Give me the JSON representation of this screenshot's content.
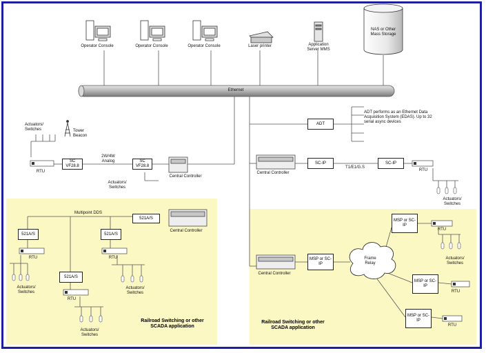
{
  "network": {
    "consoles": [
      "Operator Console",
      "Operator Console",
      "Operator Console"
    ],
    "laser_printer": "Laser printer",
    "app_server": "Application Server MMS",
    "nas": "NAS or Other Mass Storage",
    "ethernet": "Ethernet"
  },
  "top_left": {
    "actuators": "Actuators/ Switches",
    "tower": "Tower Beacon",
    "rtu": "RTU",
    "sc1": "SC VF28.8",
    "link": "2W/4W Analog",
    "sc2": "SC VF28.8",
    "actuators2": "Actuators/ Switches",
    "controller": "Central Controller"
  },
  "top_right": {
    "adt": "ADT",
    "adt_note": "ADT performs as an Ethernet Data Acquisition System (EDAS). Up to 32 serial async devices",
    "controller": "Central Controller",
    "scip1": "SC-IP",
    "link": "T1/E1/G.S",
    "scip2": "SC-IP",
    "rtu": "RTU",
    "actuators": "Actuators/ Switches"
  },
  "bottom_left": {
    "multipoint": "Multipoint DDS",
    "box_top": "521A/S",
    "controller": "Central Controller",
    "box_left": "521A/S",
    "box_right": "521A/S",
    "box_mid": "521A/S",
    "rtu": "RTU",
    "actuators": "Actuators/ Switches",
    "app_title": "Railroad Switching or other SCADA application"
  },
  "bottom_right": {
    "controller": "Central Controller",
    "msp_center": "MSP or SC-IP",
    "frame_relay": "Frame Relay",
    "msp": "MSP or SC-IP",
    "rtu": "RTU",
    "actuators": "Actuators/ Switches",
    "app_title": "Railroad Switching or other SCADA application"
  }
}
